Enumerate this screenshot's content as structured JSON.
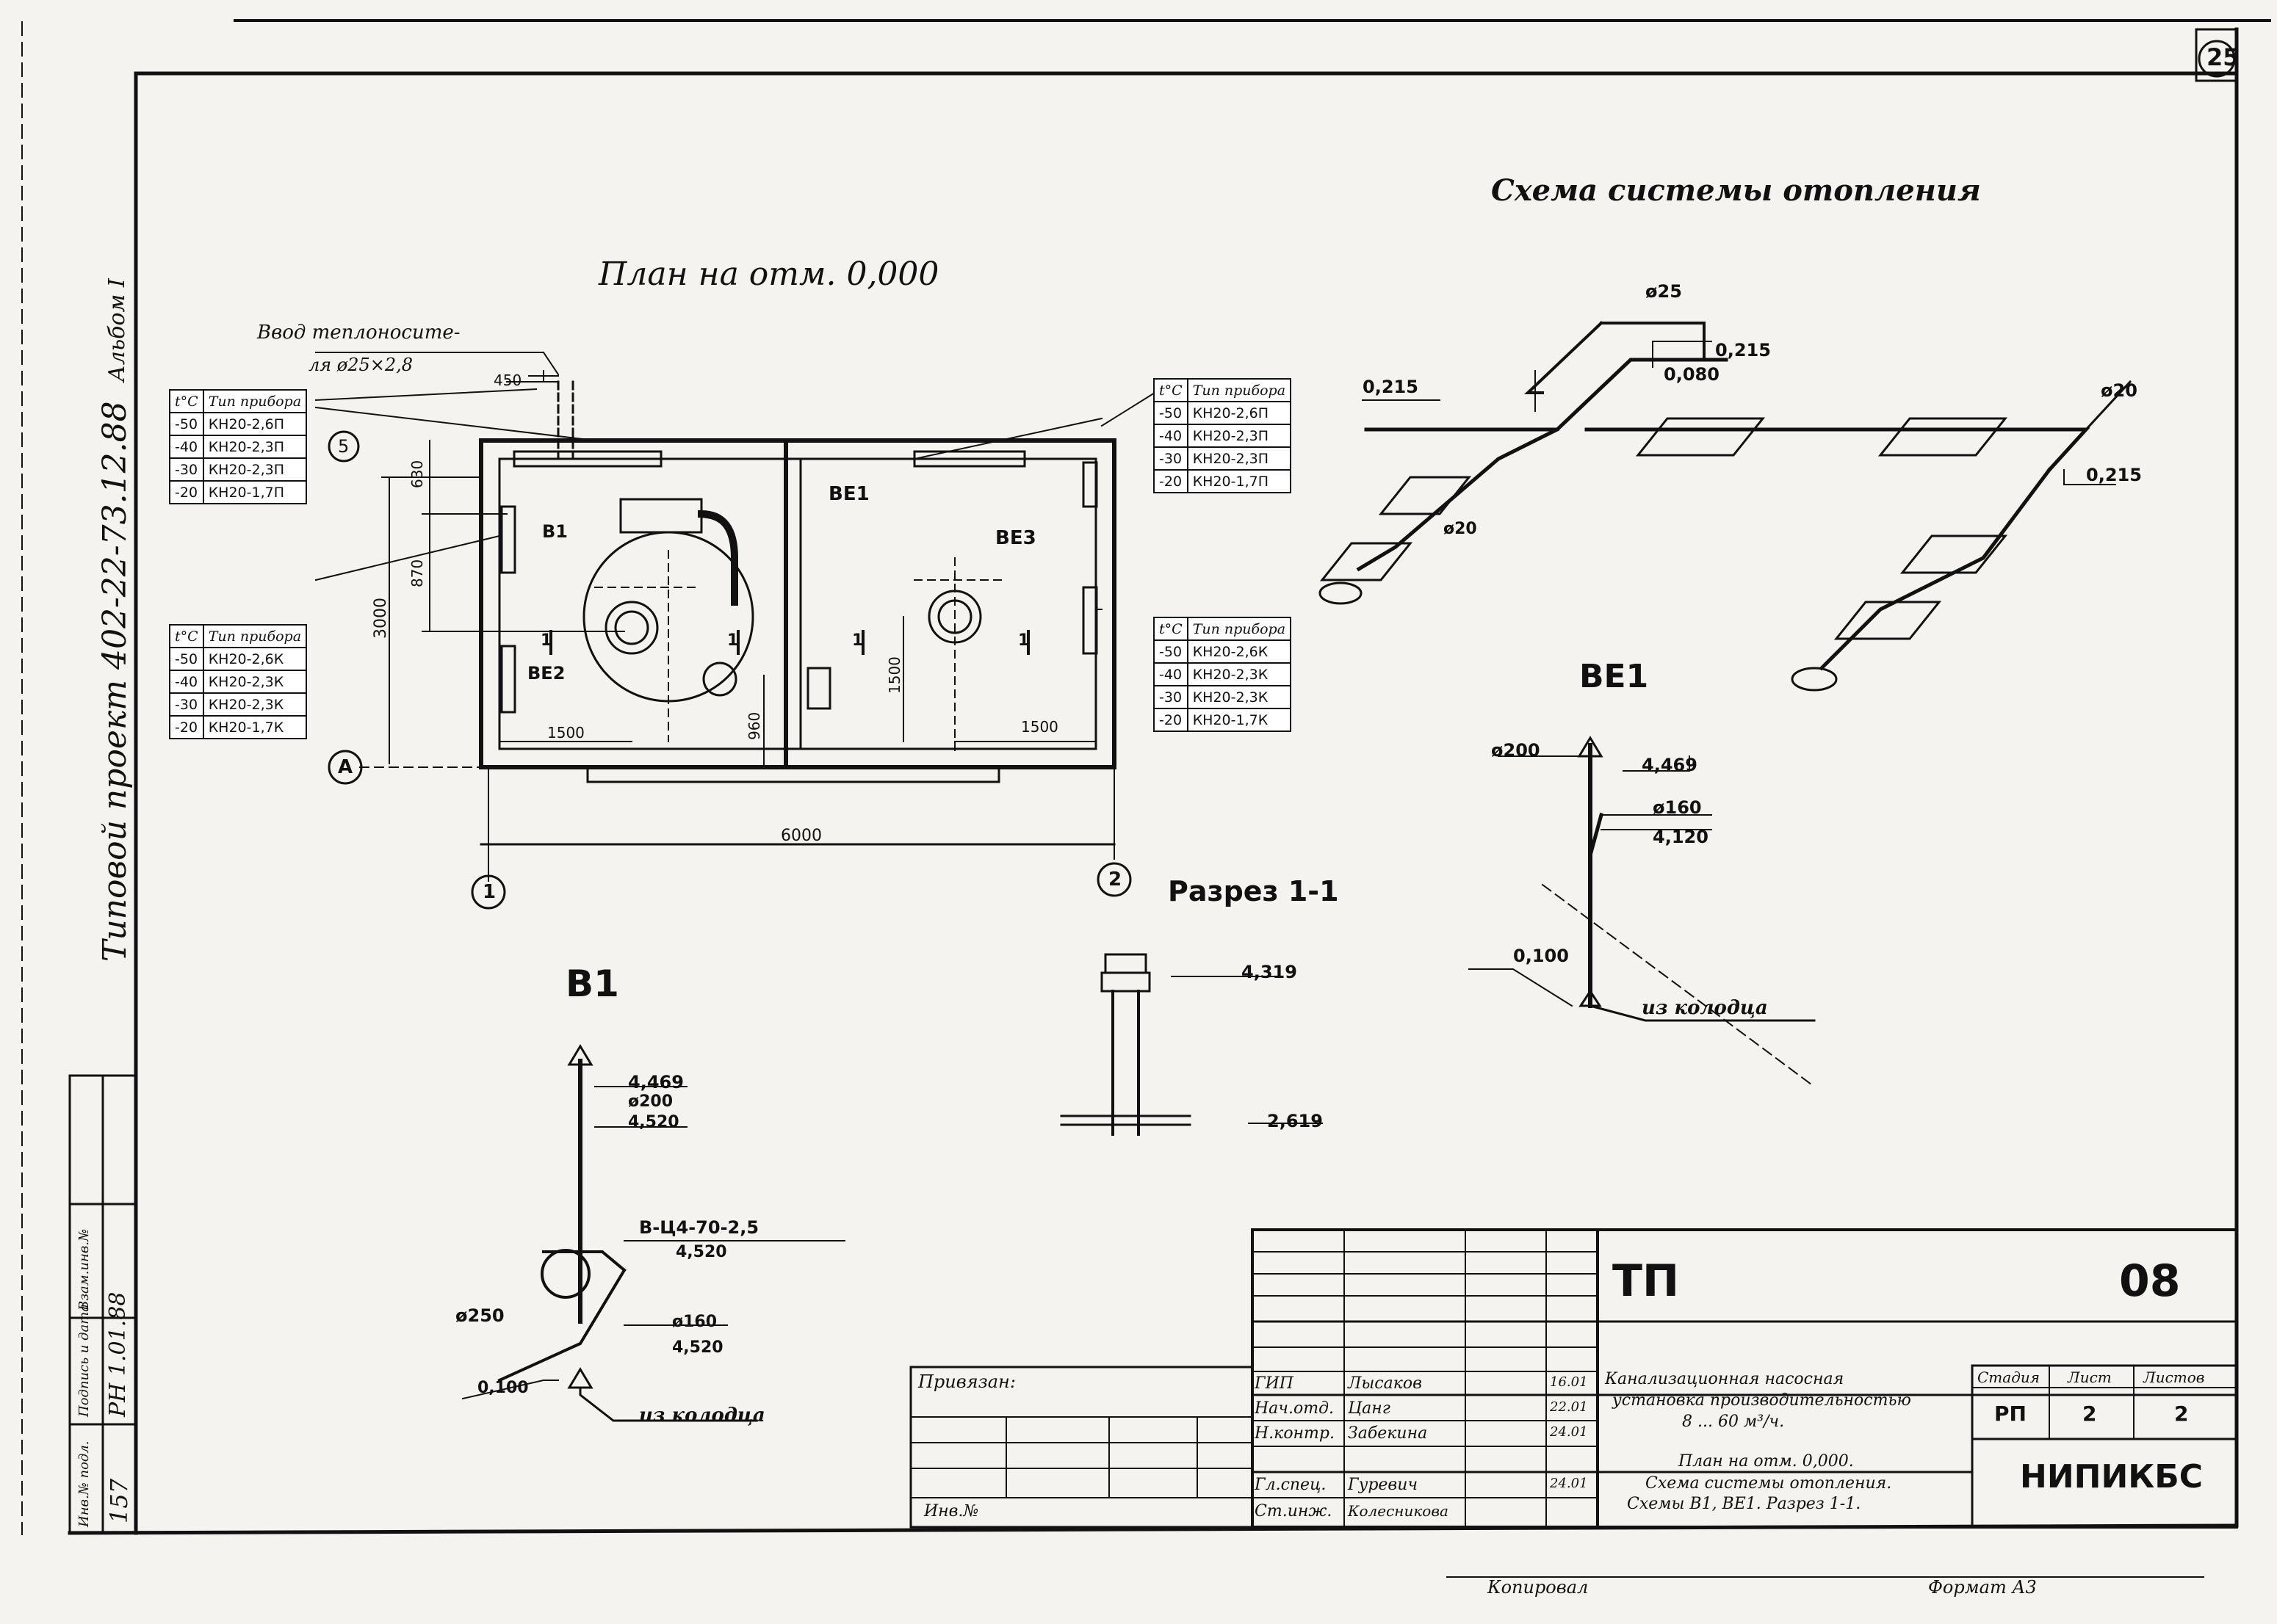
{
  "sheet": {
    "number": "25",
    "album": "Альбом I",
    "project_code": "Типовой проект 402-22-73.12.88"
  },
  "plan": {
    "title": "План на отм. 0,000",
    "inlet_label_1": "Ввод теплоносите-",
    "inlet_label_2": "ля ø25×2,8",
    "dim_450": "450",
    "dim_630": "630",
    "dim_870": "870",
    "dim_3000": "3000",
    "dim_1500_left": "1500",
    "dim_960": "960",
    "dim_1500_vert": "1500",
    "dim_1500_right": "1500",
    "dim_6000": "6000",
    "label_b1": "В1",
    "label_be1": "ВЕ1",
    "label_be2": "ВЕ2",
    "label_be3": "ВЕ3",
    "section_mark": "1",
    "axis_5": "5",
    "axis_a": "A",
    "axis_1": "1",
    "axis_2": "2"
  },
  "device_tables": {
    "header_temp": "t°C",
    "header_type": "Тип прибора",
    "top_left": [
      [
        "-50",
        "КН20-2,6П"
      ],
      [
        "-40",
        "КН20-2,3П"
      ],
      [
        "-30",
        "КН20-2,3П"
      ],
      [
        "-20",
        "КН20-1,7П"
      ]
    ],
    "bottom_left": [
      [
        "-50",
        "КН20-2,6К"
      ],
      [
        "-40",
        "КН20-2,3К"
      ],
      [
        "-30",
        "КН20-2,3К"
      ],
      [
        "-20",
        "КН20-1,7К"
      ]
    ],
    "top_right": [
      [
        "-50",
        "КН20-2,6П"
      ],
      [
        "-40",
        "КН20-2,3П"
      ],
      [
        "-30",
        "КН20-2,3П"
      ],
      [
        "-20",
        "КН20-1,7П"
      ]
    ],
    "bottom_right": [
      [
        "-50",
        "КН20-2,6К"
      ],
      [
        "-40",
        "КН20-2,3К"
      ],
      [
        "-30",
        "КН20-2,3К"
      ],
      [
        "-20",
        "КН20-1,7К"
      ]
    ]
  },
  "heating_scheme": {
    "title": "Схема системы отопления",
    "d25": "ø25",
    "d20_right": "ø20",
    "d20_left": "ø20",
    "level_0215_top": "0,215",
    "level_0080": "0,080",
    "level_0215_left": "0,215",
    "level_0215_right": "0,215"
  },
  "be1": {
    "title": "ВЕ1",
    "d200": "ø200",
    "level_4469": "4,469",
    "d160": "ø160",
    "level_4120": "4,120",
    "level_0100": "0,100",
    "from_well": "из колодца"
  },
  "section": {
    "title": "Разрез 1-1",
    "level_4319": "4,319",
    "level_2619": "2,619"
  },
  "b1": {
    "title": "В1",
    "level_4469": "4,469",
    "d200": "ø200",
    "level_4520_a": "4,520",
    "fan": "В-Ц4-70-2,5",
    "level_4520_b": "4,520",
    "d250": "ø250",
    "d160": "ø160",
    "level_4520_c": "4,520",
    "level_0100": "0,100",
    "from_well": "из колодца"
  },
  "stamp": {
    "code_left": "ТП",
    "code_right": "08",
    "attached": "Привязан:",
    "inv_no": "Инв.№",
    "roles": [
      {
        "role": "ГИП",
        "name": "Лысаков",
        "date": "16.01"
      },
      {
        "role": "Нач.отд.",
        "name": "Цанг",
        "date": "22.01"
      },
      {
        "role": "Н.контр.",
        "name": "Забекина",
        "date": "24.01"
      },
      {
        "role": "",
        "name": "",
        "date": ""
      },
      {
        "role": "Гл.спец.",
        "name": "Гуревич",
        "date": "24.01"
      },
      {
        "role": "Ст.инж.",
        "name": "Колесникова",
        "date": ""
      }
    ],
    "object_name_1": "Канализационная насосная",
    "object_name_2": "установка производительностью",
    "object_name_3": "8 ... 60 м³/ч.",
    "sheet_title_1": "План на отм. 0,000.",
    "sheet_title_2": "Схема системы отопления.",
    "sheet_title_3": "Схемы В1, ВЕ1. Разрез 1-1.",
    "stage_label": "Стадия",
    "sheet_label": "Лист",
    "sheets_label": "Листов",
    "stage": "РП",
    "sheet": "2",
    "sheets": "2",
    "org": "НИПИКБС"
  },
  "side_stamp": {
    "inv_orig": "Инв.№ подл.",
    "inv_val": "157",
    "sign_date": "Подпись и дата",
    "sign_val": "PH 1.01.88",
    "replaced": "Взам.инв.№"
  },
  "footer": {
    "copied": "Копировал",
    "format": "Формат А3"
  }
}
